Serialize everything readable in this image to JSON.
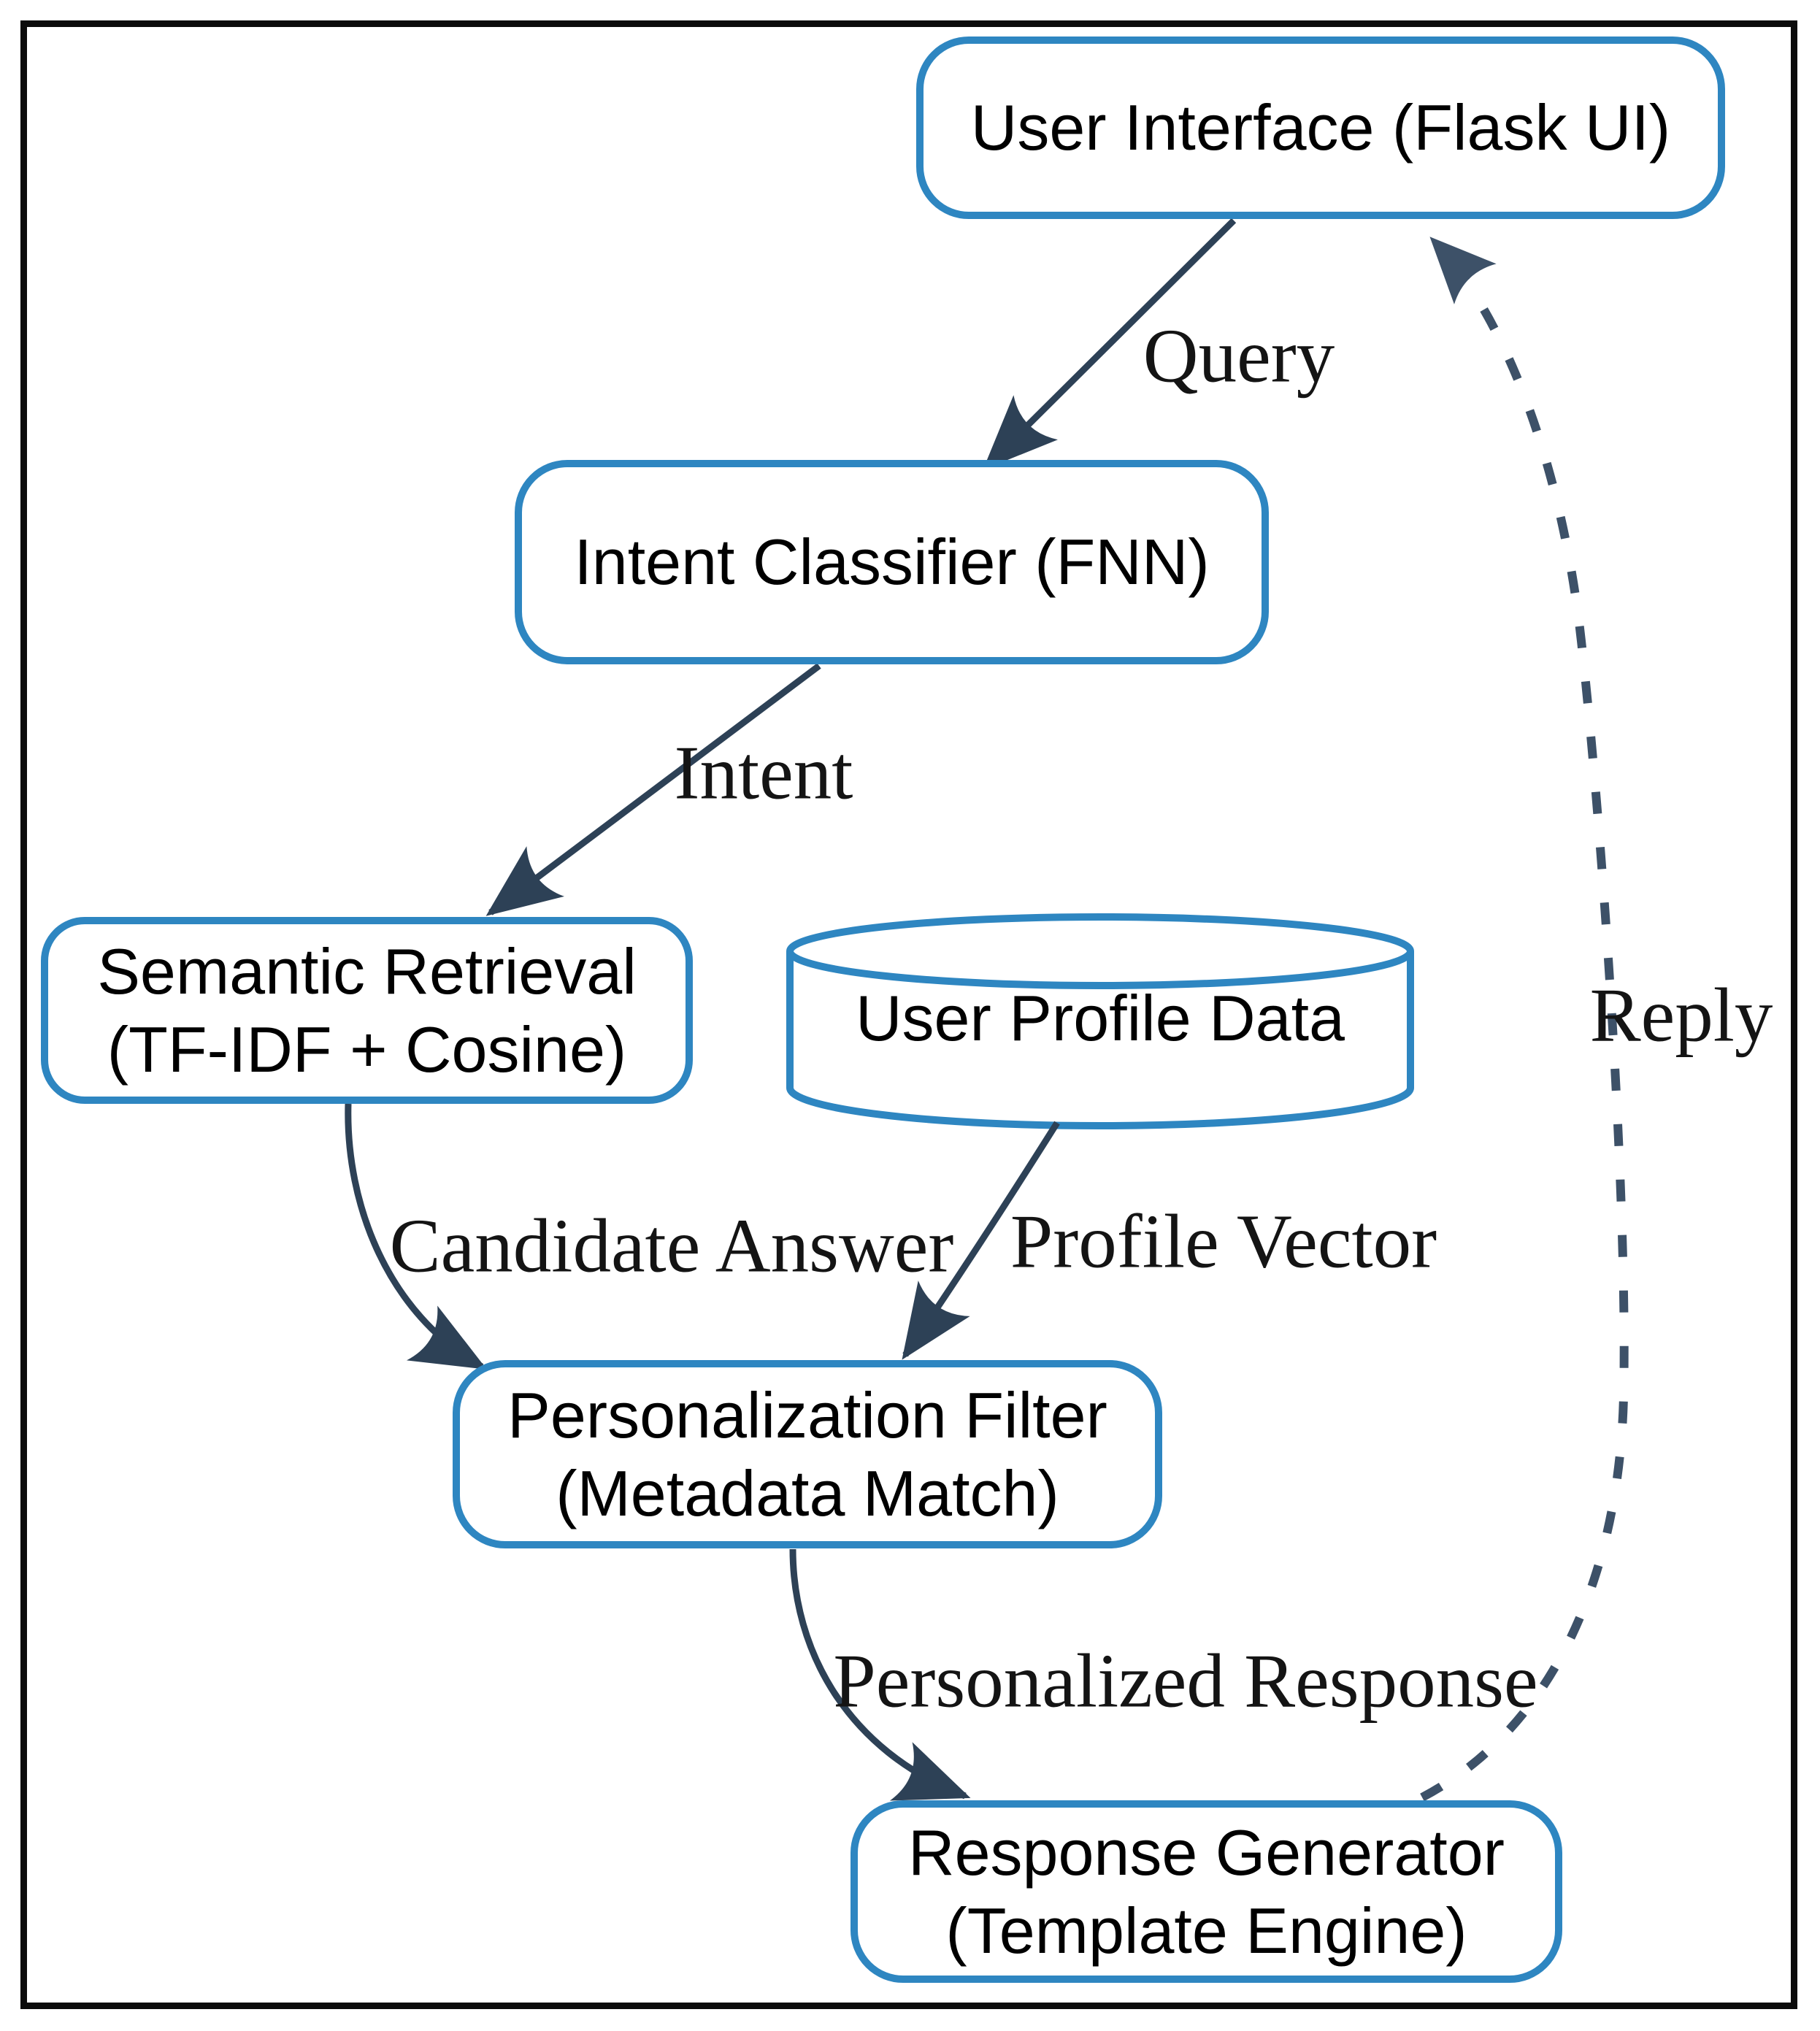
{
  "diagram": {
    "nodes": [
      {
        "id": "ui",
        "label": "User Interface (Flask UI)",
        "shape": "rounded-rect"
      },
      {
        "id": "intent",
        "label": "Intent Classifier (FNN)",
        "shape": "rounded-rect"
      },
      {
        "id": "semantic",
        "label": "Semantic Retrieval\n(TF-IDF + Cosine)",
        "shape": "rounded-rect"
      },
      {
        "id": "profile",
        "label": "User Profile Data",
        "shape": "database-cylinder"
      },
      {
        "id": "filter",
        "label": "Personalization Filter\n(Metadata Match)",
        "shape": "rounded-rect"
      },
      {
        "id": "response",
        "label": "Response Generator\n(Template Engine)",
        "shape": "rounded-rect"
      }
    ],
    "edges": [
      {
        "from": "ui",
        "to": "intent",
        "label": "Query",
        "style": "solid"
      },
      {
        "from": "intent",
        "to": "semantic",
        "label": "Intent",
        "style": "solid"
      },
      {
        "from": "semantic",
        "to": "filter",
        "label": "Candidate Answer",
        "style": "solid"
      },
      {
        "from": "profile",
        "to": "filter",
        "label": "Profile Vector",
        "style": "solid"
      },
      {
        "from": "filter",
        "to": "response",
        "label": "Personalized Response",
        "style": "solid"
      },
      {
        "from": "response",
        "to": "ui",
        "label": "Reply",
        "style": "dashed"
      }
    ],
    "colors": {
      "node_border": "#2E86C1",
      "solid_arrow": "#2D4156",
      "dashed_arrow": "#3D5168",
      "node_text": "#000000",
      "edge_label_text": "#141414",
      "outer_frame": "#0B0B0B",
      "background": "#FFFFFF"
    }
  }
}
